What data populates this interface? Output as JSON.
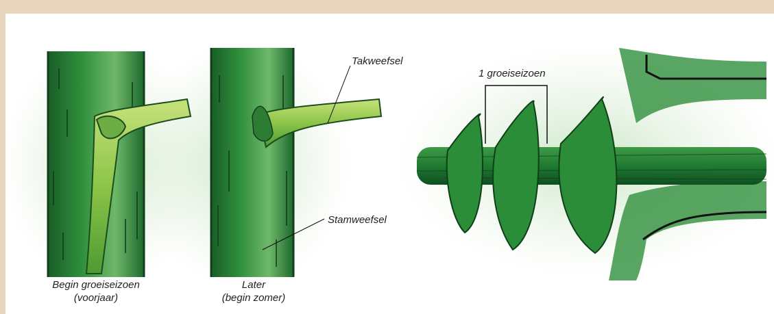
{
  "labels": {
    "branch_tissue": "Takweefsel",
    "stem_tissue": "Stamweefsel",
    "one_season": "1 groeiseizoen"
  },
  "captions": {
    "early_line1": "Begin groeiseizoen",
    "early_line2": "(voorjaar)",
    "later_line1": "Later",
    "later_line2": "(begin zomer)"
  },
  "colors": {
    "border": "#e9d6be",
    "dark_green": "#1f6b2e",
    "mid_green": "#2f8f3c",
    "light_green": "#9acd4a",
    "pale_green": "#cfe6c4"
  }
}
